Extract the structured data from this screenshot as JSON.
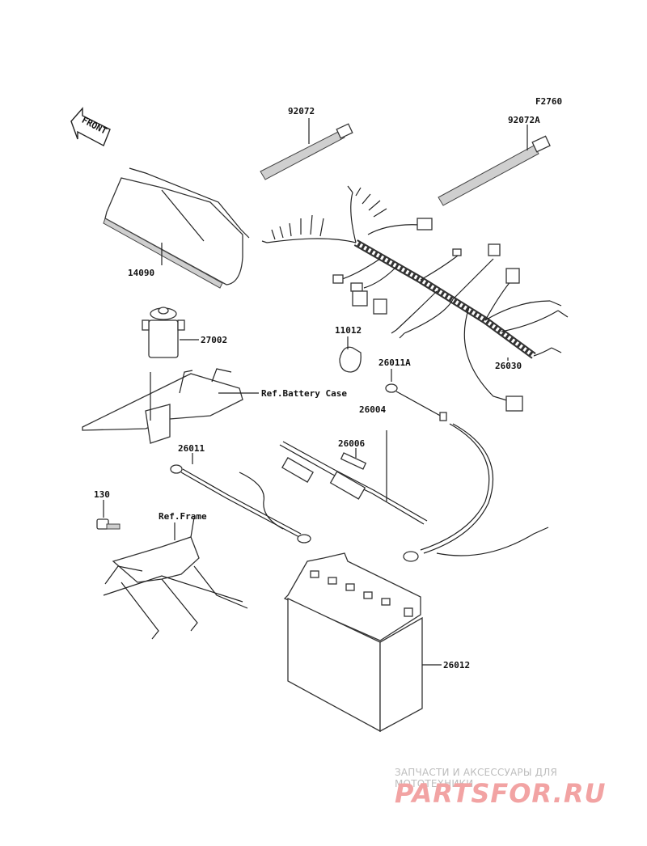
{
  "diagram": {
    "code": "F2760",
    "front_label": "FRONT",
    "parts": [
      {
        "id": "92072",
        "label": "92072"
      },
      {
        "id": "92072A",
        "label": "92072A"
      },
      {
        "id": "14090",
        "label": "14090"
      },
      {
        "id": "27002",
        "label": "27002"
      },
      {
        "id": "11012",
        "label": "11012"
      },
      {
        "id": "26011A",
        "label": "26011A"
      },
      {
        "id": "26030",
        "label": "26030"
      },
      {
        "id": "26004",
        "label": "26004"
      },
      {
        "id": "26006",
        "label": "26006"
      },
      {
        "id": "26011",
        "label": "26011"
      },
      {
        "id": "130",
        "label": "130"
      },
      {
        "id": "26012",
        "label": "26012"
      }
    ],
    "references": {
      "battery_case": "Ref.Battery Case",
      "frame": "Ref.Frame"
    }
  },
  "watermark": {
    "tagline": "ЗАПЧАСТИ И АКСЕССУАРЫ ДЛЯ МОТОТЕХНИКИ",
    "brand": "PARTSFOR.RU"
  }
}
